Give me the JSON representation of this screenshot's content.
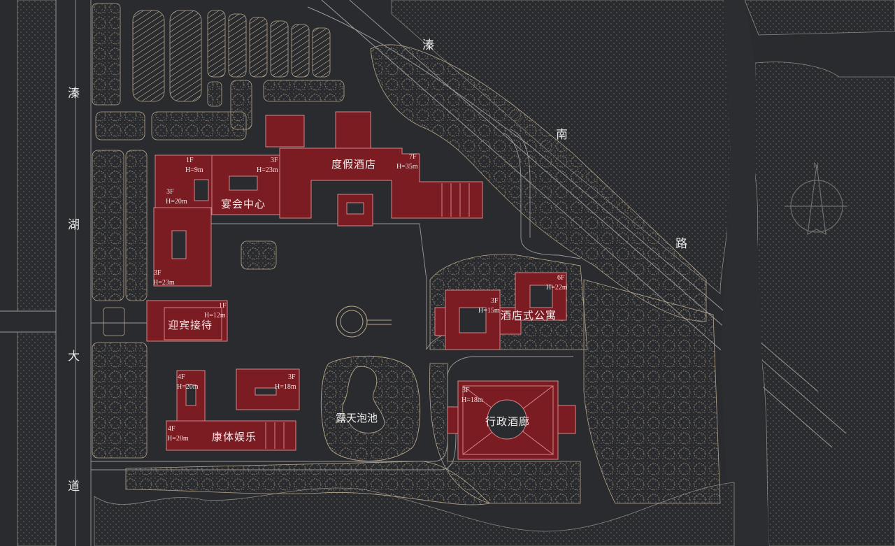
{
  "title": "Resort Hotel Site Plan",
  "colors": {
    "background": "#2a2b2e",
    "building_fill": "#7a1c22",
    "building_stroke": "#d4868a",
    "landscape_line": "#b6a78c",
    "road_line": "#9a9a9a",
    "label": "#f2ecec"
  },
  "roads": {
    "west": {
      "name": "溱湖大道",
      "chars": [
        "溱",
        "湖",
        "大",
        "道"
      ]
    },
    "northeast": {
      "name": "溱南路",
      "chars": [
        "溱",
        "南",
        "路"
      ]
    }
  },
  "compass": {
    "north_label": "N"
  },
  "buildings": [
    {
      "id": "resort-hotel",
      "name": "度假酒店",
      "floors": "7F",
      "height": "H=35m"
    },
    {
      "id": "banquet-center",
      "name": "宴会中心",
      "floors": "3F",
      "height": "H=23m"
    },
    {
      "id": "banquet-annex-1f",
      "name": "",
      "floors": "1F",
      "height": "H=9m"
    },
    {
      "id": "banquet-annex-3f",
      "name": "",
      "floors": "3F",
      "height": "H=20m"
    },
    {
      "id": "west-wing",
      "name": "",
      "floors": "3F",
      "height": "H=23m"
    },
    {
      "id": "reception",
      "name": "迎宾接待",
      "floors": "1F",
      "height": "H=12m"
    },
    {
      "id": "recreation-tower",
      "name": "",
      "floors": "4F",
      "height": "H=20m"
    },
    {
      "id": "recreation-hall",
      "name": "",
      "floors": "3F",
      "height": "H=18m"
    },
    {
      "id": "recreation",
      "name": "康体娱乐",
      "floors": "4F",
      "height": "H=20m"
    },
    {
      "id": "serviced-apartment-a",
      "name": "",
      "floors": "3F",
      "height": "H=15m"
    },
    {
      "id": "serviced-apartment-b",
      "name": "酒店式公寓",
      "floors": "6F",
      "height": "H=22m"
    },
    {
      "id": "executive-gallery",
      "name": "行政酒廊",
      "floors": "3F",
      "height": "H=18m"
    }
  ],
  "landscape": {
    "pool_label": "露天泡池"
  }
}
